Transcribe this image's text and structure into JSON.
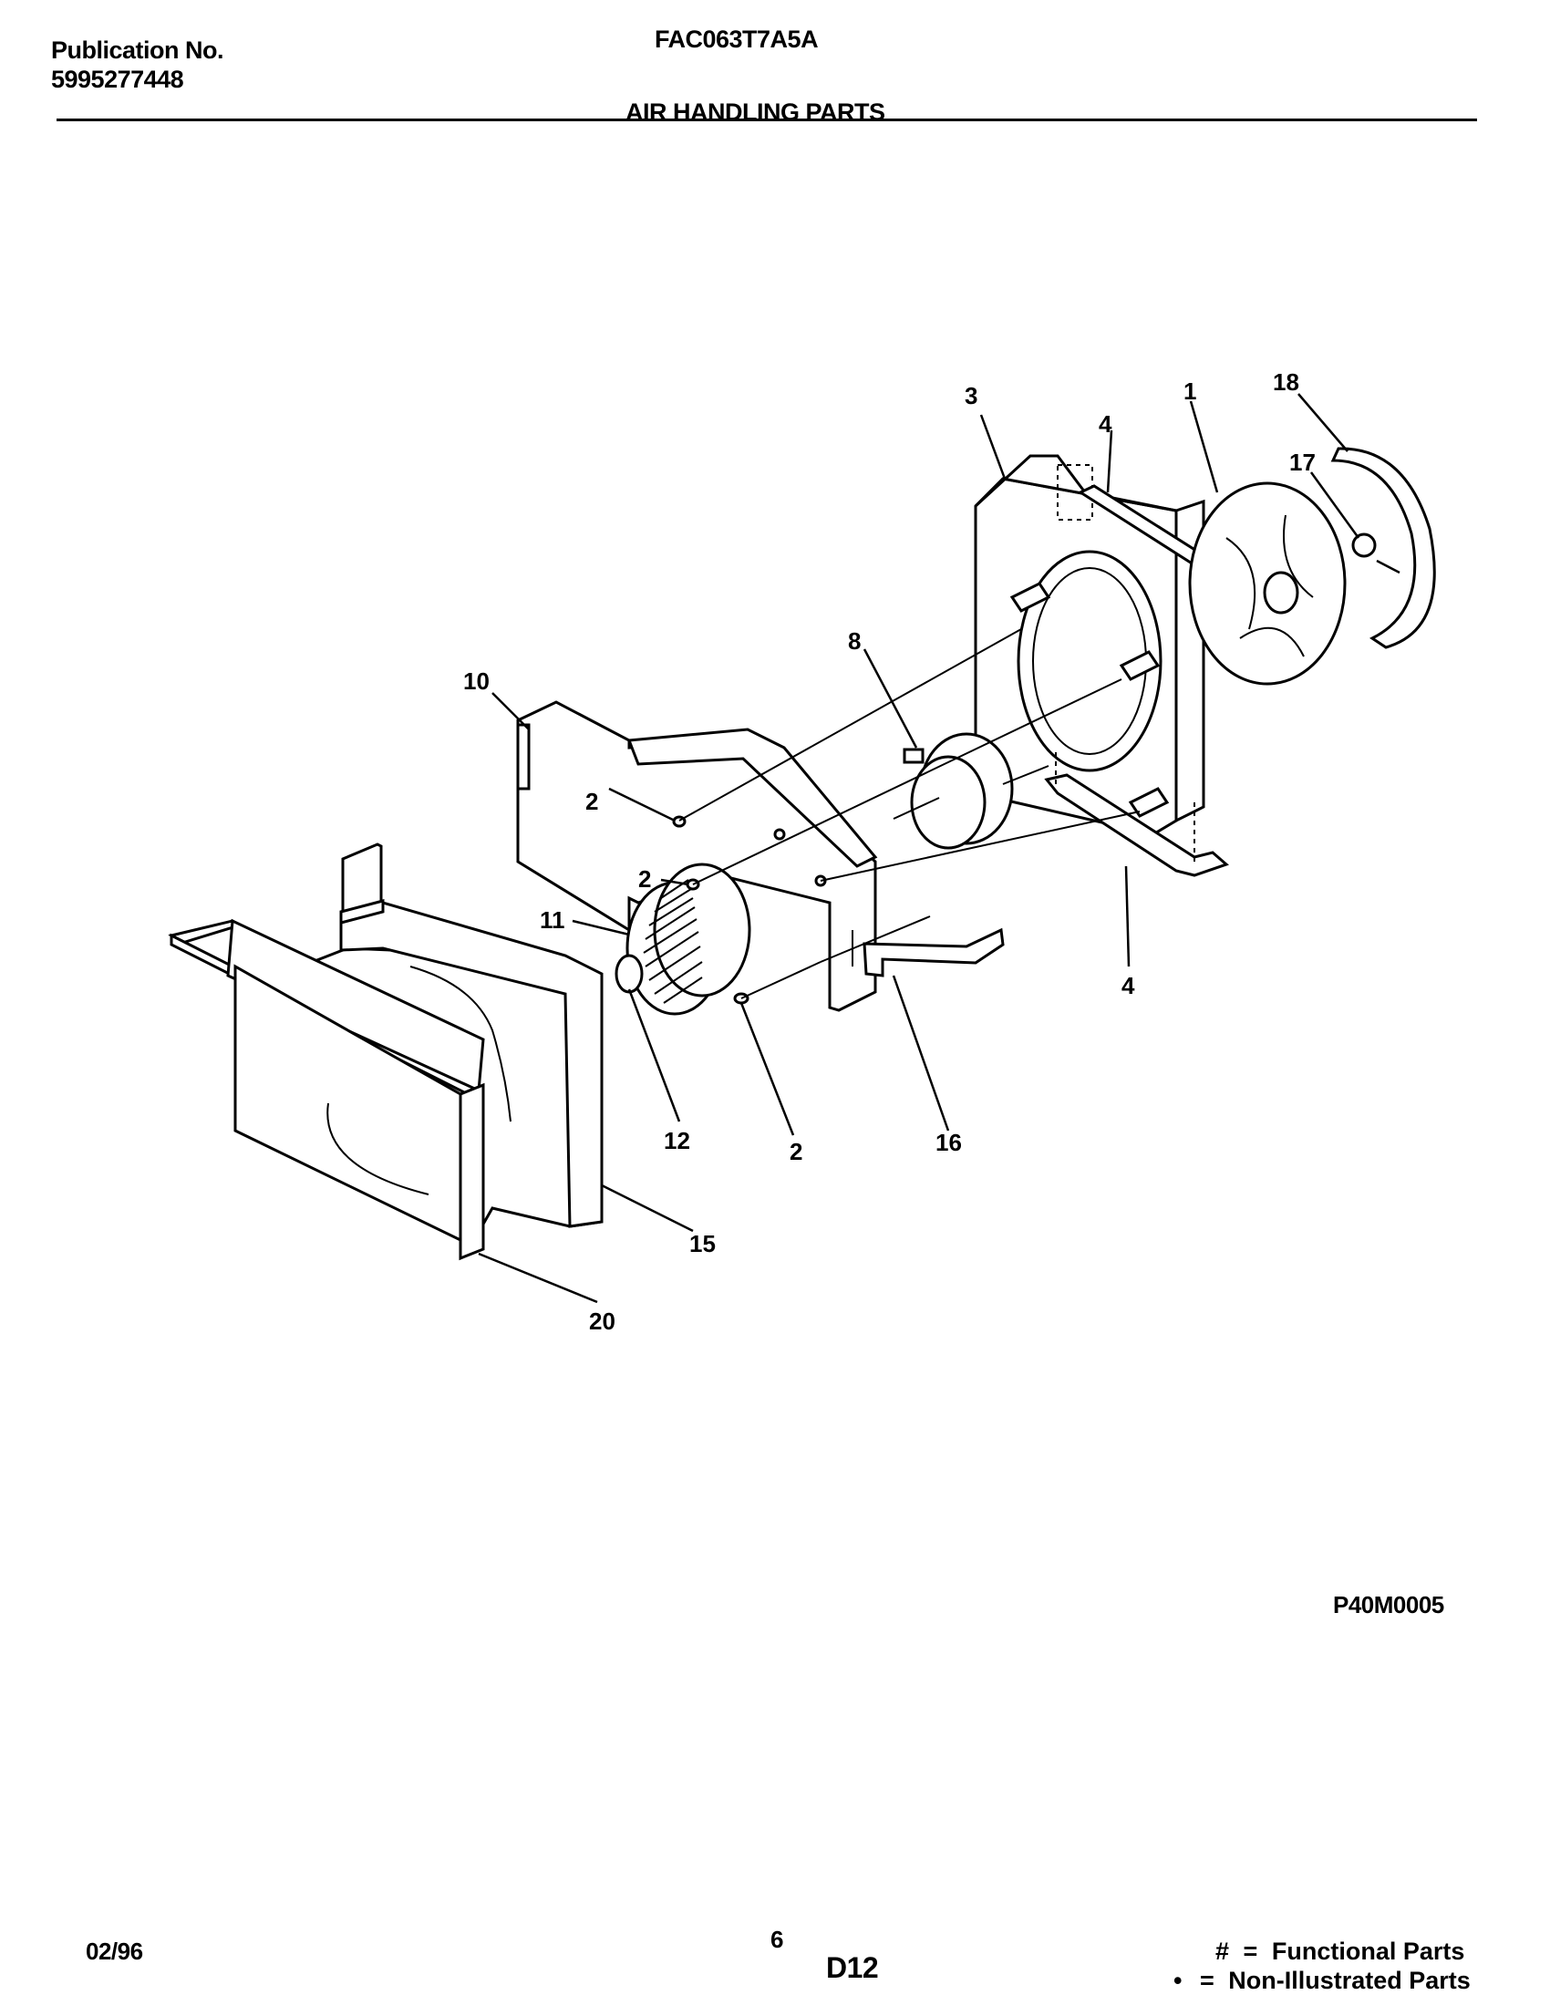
{
  "header": {
    "publication_label": "Publication No.",
    "publication_number": "5995277448",
    "model": "FAC063T7A5A",
    "section_title": "AIR HANDLING PARTS"
  },
  "diagram": {
    "callouts": {
      "c1": "1",
      "c2a": "2",
      "c2b": "2",
      "c2c": "2",
      "c3": "3",
      "c4a": "4",
      "c4b": "4",
      "c8": "8",
      "c10": "10",
      "c11": "11",
      "c12": "12",
      "c15": "15",
      "c16": "16",
      "c17": "17",
      "c18": "18",
      "c20": "20"
    },
    "drawing_code": "P40M0005"
  },
  "footer": {
    "date": "02/96",
    "page_number": "6",
    "page_code": "D12",
    "legend": [
      {
        "symbol": "#",
        "eq": "=",
        "text": "Functional Parts"
      },
      {
        "symbol": "•",
        "eq": "=",
        "text": "Non-Illustrated Parts"
      }
    ]
  }
}
